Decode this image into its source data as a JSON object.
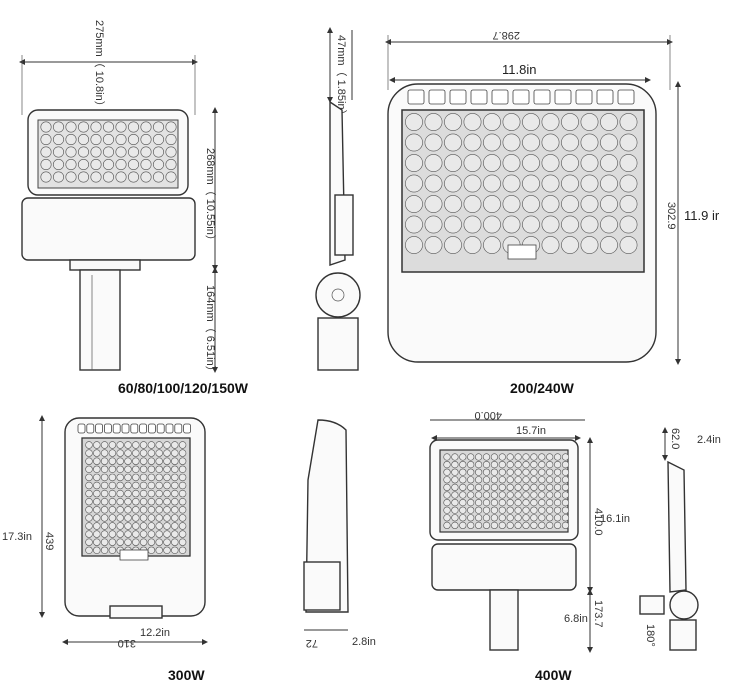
{
  "views": {
    "v60": {
      "caption": "60/80/100/120/150W",
      "width_label": "275mm（ 10.8in）",
      "height_label": "268mm（ 10.55in）",
      "pole_label": "164mm（ 6.51in）"
    },
    "v60_side": {
      "depth_label": "47mm（ 1.85in）"
    },
    "v200": {
      "caption": "200/240W",
      "width_mm": "298.7",
      "width_in": "11.8in",
      "height_mm": "302.9",
      "height_in": "11.9 ir"
    },
    "v300": {
      "caption": "300W",
      "height_in": "17.3in",
      "height_mm": "439",
      "width_in": "12.2in",
      "width_mm": "310"
    },
    "v300_side": {
      "depth_mm": "72",
      "depth_in": "2.8in"
    },
    "v400": {
      "caption": "400W",
      "width_mm": "400.0",
      "width_in": "15.7in",
      "height_mm": "410.0",
      "height_in": "16.1in",
      "pole_mm": "173.7",
      "pole_in": "6.8in"
    },
    "v400_side": {
      "depth_mm": "62.0",
      "depth_in": "2.4in",
      "angle": "180°"
    }
  }
}
